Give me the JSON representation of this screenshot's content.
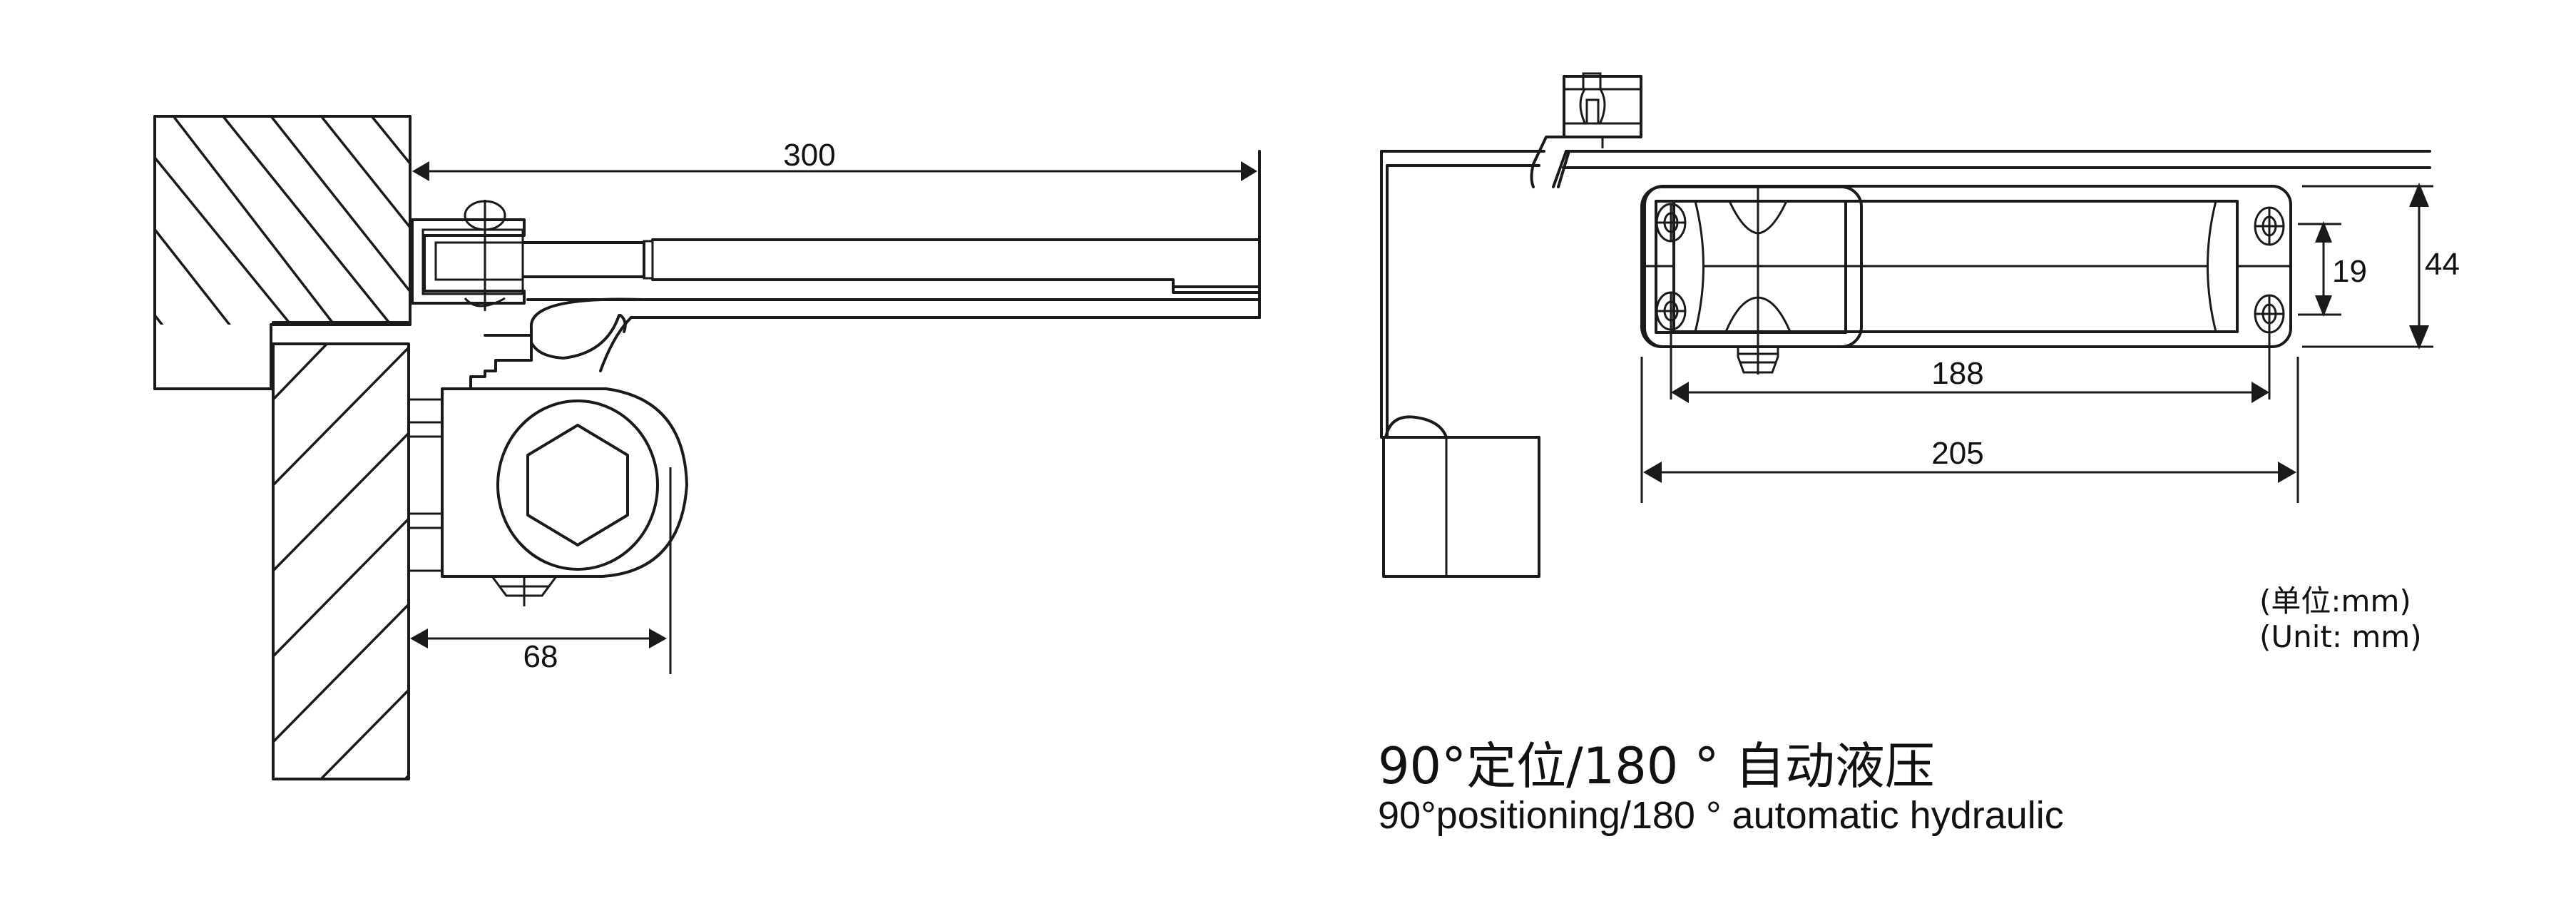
{
  "drawing": {
    "left_view": {
      "dimensions": {
        "arm_length": "300",
        "body_depth": "68"
      }
    },
    "right_view": {
      "dimensions": {
        "hole_spacing_vertical": "19",
        "body_height": "44",
        "hole_spacing_horizontal": "188",
        "body_length": "205"
      }
    },
    "units": {
      "cn": "(单位:mm)",
      "en": "(Unit: mm)"
    },
    "caption": {
      "cn": "90°定位/180 ° 自动液压",
      "en": "90°positioning/180 ° automatic hydraulic"
    },
    "colors": {
      "line": "#1a1a1a",
      "background": "#ffffff"
    }
  }
}
